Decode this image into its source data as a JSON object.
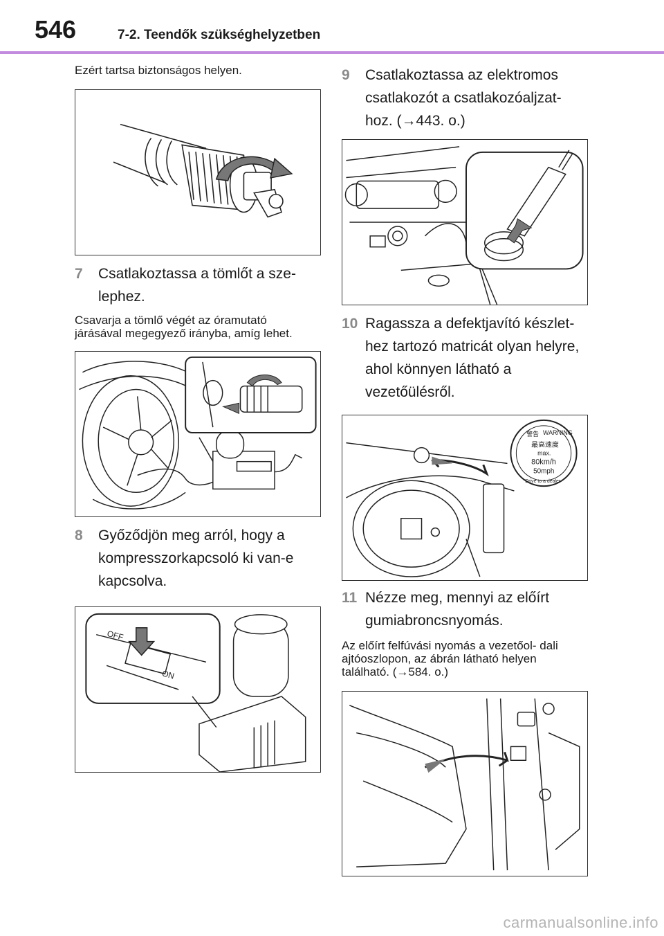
{
  "header": {
    "page_number": "546",
    "section_title": "7-2. Teendők szükséghelyzetben",
    "rule_color": "#c38be0"
  },
  "left_column": {
    "intro_text": "Ezért tartsa biztonságos helyen.",
    "step7": {
      "number": "7",
      "text": "Csatlakoztassa a tömlőt a sze- lephez."
    },
    "step7_note": "Csavarja a tömlő végét az óramutató járásával megegyező irányba, amíg lehet.",
    "step8": {
      "number": "8",
      "text": "Győződjön meg arról, hogy a kompresszorkapcsoló ki van-e kapcsolva."
    },
    "switch_labels": {
      "off": "OFF",
      "on": "ON"
    }
  },
  "right_column": {
    "step9": {
      "number": "9",
      "text": "Csatlakoztassa az elektromos csatlakozót a csatlakozóaljzat- hoz. (→443. o.)"
    },
    "step10": {
      "number": "10",
      "text": "Ragassza a defektjavító készlet- hez tartozó matricát olyan helyre, ahol könnyen látható a vezetőülésről."
    },
    "sticker": {
      "kanji_warning": "警告",
      "warning": "WARNING",
      "kanji_speed": "最高速度",
      "max": "max.",
      "kmh": "80km/h",
      "mph": "50mph",
      "drive": "Drive to a dealer"
    },
    "step11": {
      "number": "11",
      "text": "Nézze meg, mennyi az előírt gumiabroncsnyomás."
    },
    "step11_note": "Az előírt felfúvási nyomás a vezetőol- dali ajtóoszlopon, az ábrán látható helyen található. (→584. o.)"
  },
  "footer": {
    "watermark": "carmanualsonline.info"
  }
}
